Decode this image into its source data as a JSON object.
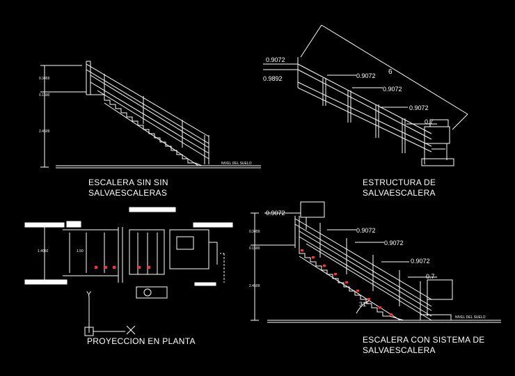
{
  "captions": {
    "sin_line1": "ESCALERA SIN SIN",
    "sin_line2": "SALVAESCALERAS",
    "estructura_line1": "ESTRUCTURA DE",
    "estructura_line2": "SALVAESCALERA",
    "planta": "PROYECCION EN PLANTA",
    "con_line1": "ESCALERA CON SISTEMA DE",
    "con_line2": "SALVAESCALERA"
  },
  "tl_dims": {
    "d1": "0.3459",
    "d2": "0.1500",
    "d3": "2.4509",
    "floor": "NIVEL DEL SUELO"
  },
  "tr_dims": {
    "a": "0.9072",
    "b": "0.9892",
    "c": "0.9072",
    "d": "0.9072",
    "e": "0.9072",
    "f": "0.7",
    "total": "6"
  },
  "bl_dims": {
    "h1": "1.4050",
    "h2": "1.50",
    "axis": "Y"
  },
  "br_dims": {
    "a": "0.9072",
    "b": "0.9072",
    "c": "0.9072",
    "d": "0.9072",
    "e": "0.7",
    "left1": "0.3459",
    "left2": "0.1500",
    "left3": "2.4509",
    "angle": "31°",
    "floor": "NIVEL DEL SUELO"
  },
  "colors": {
    "background": "#000000",
    "lines": "#ffffff",
    "treads": "#ff3333"
  }
}
